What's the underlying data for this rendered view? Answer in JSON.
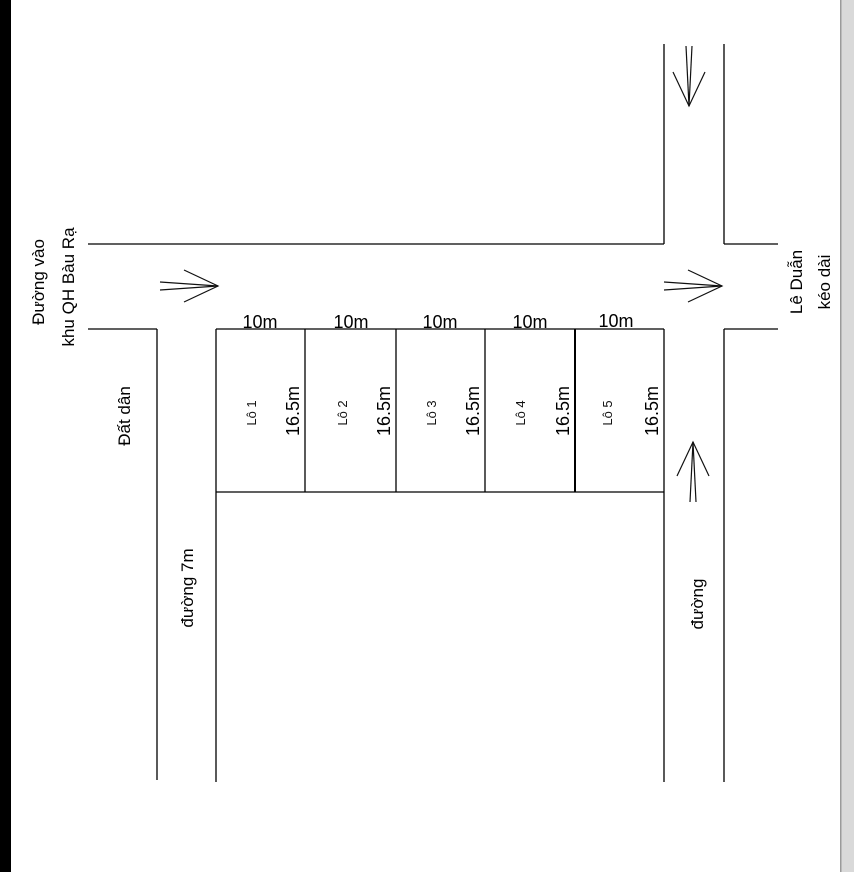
{
  "lots": [
    {
      "label": "Lô 1",
      "width": "10m",
      "depth": "16.5m"
    },
    {
      "label": "Lô 2",
      "width": "10m",
      "depth": "16.5m"
    },
    {
      "label": "Lô 3",
      "width": "10m",
      "depth": "16.5m"
    },
    {
      "label": "Lô 4",
      "width": "10m",
      "depth": "16.5m"
    },
    {
      "label": "Lô 5",
      "width": "10m",
      "depth": "16.5m"
    }
  ],
  "labels": {
    "top_road_line1": "Đường vào",
    "top_road_line2": "khu QH Bàu Rạ",
    "right_road_line1": "Lê Duẫn",
    "right_road_line2": "kéo dài",
    "left_land": "Đất dân",
    "left_road": "đường 7m",
    "right_road": "đường"
  }
}
